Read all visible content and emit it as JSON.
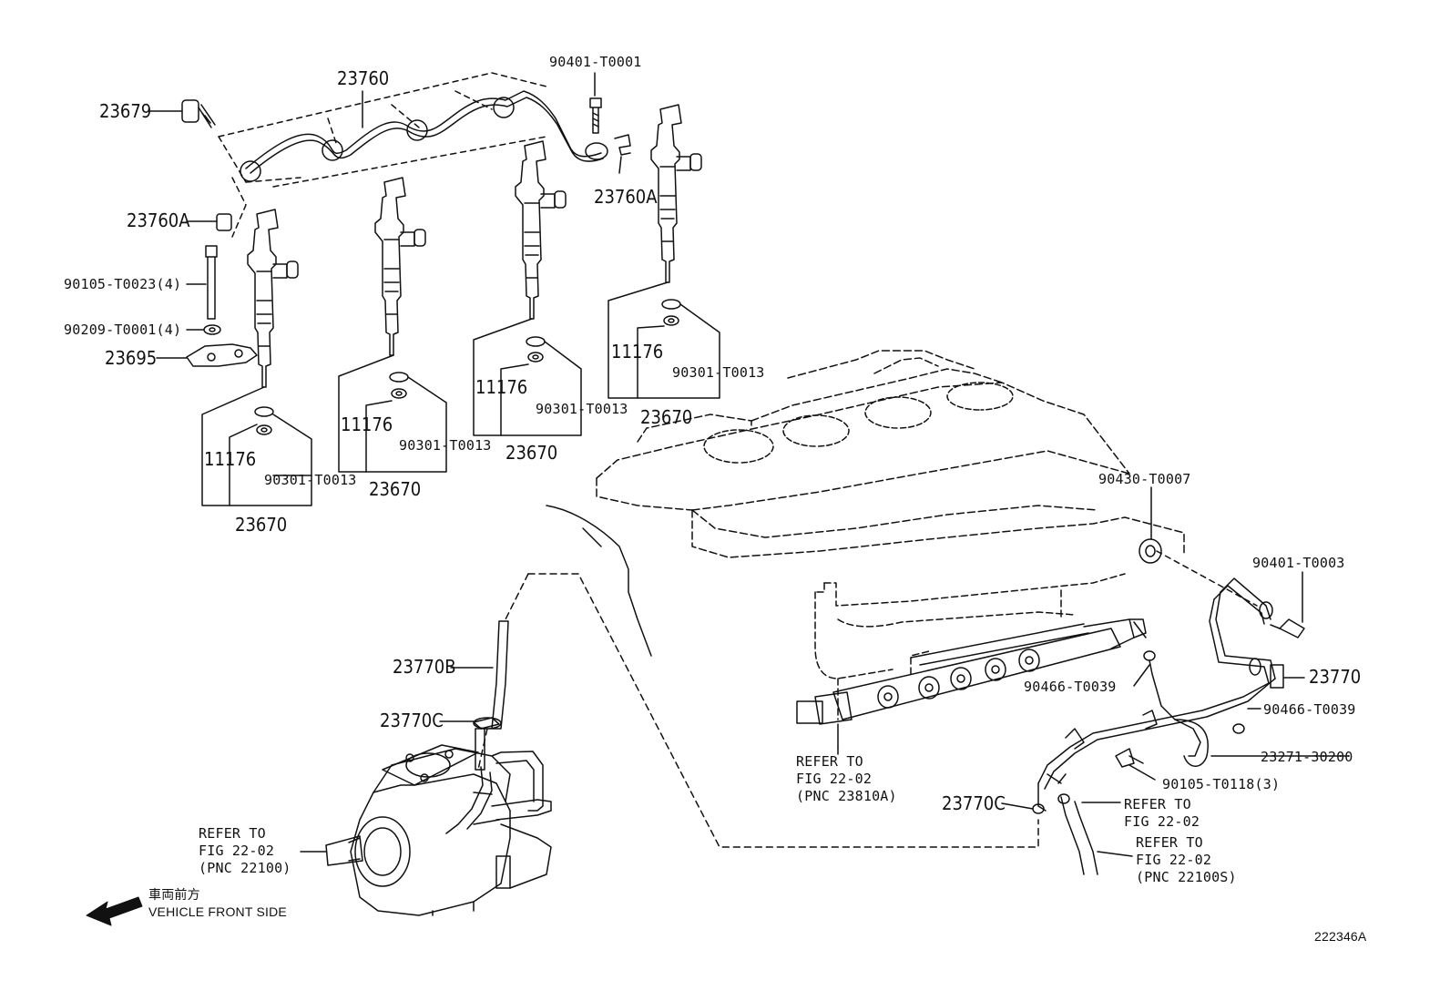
{
  "labels": {
    "p23760": "23760",
    "p23679": "23679",
    "p90401_t0001": "90401-T0001",
    "p23760a_right": "23760A",
    "p23760a_left": "23760A",
    "p90105_t0023": "90105-T0023(4)",
    "p90209_t0001": "90209-T0001(4)",
    "p23695": "23695",
    "g1_11176": "11176",
    "g1_90301": "90301-T0013",
    "g1_23670": "23670",
    "g2_11176": "11176",
    "g2_90301": "90301-T0013",
    "g2_23670": "23670",
    "g3_11176": "11176",
    "g3_90301": "90301-T0013",
    "g3_23670": "23670",
    "g4_11176": "11176",
    "g4_90301": "90301-T0013",
    "g4_23670": "23670",
    "p90430_t0007": "90430-T0007",
    "p90401_t0003": "90401-T0003",
    "p23770": "23770",
    "p90466_t0039_left": "90466-T0039",
    "p90466_t0039_right": "90466-T0039",
    "p23271_30200": "23271-30200",
    "p90105_t0118": "90105-T0118(3)",
    "p23770b": "23770B",
    "p23770c_top": "23770C",
    "p23770c_bottom": "23770C",
    "ref_rail": [
      "REFER TO",
      "FIG 22-02",
      "(PNC 23810A)"
    ],
    "ref_pump": [
      "REFER TO",
      "FIG 22-02",
      "(PNC 22100)"
    ],
    "ref_fig_only": [
      "REFER TO",
      "FIG 22-02"
    ],
    "ref_hose": [
      "REFER TO",
      "FIG 22-02",
      "(PNC 22100S)"
    ],
    "front_jp": "車両前方",
    "front_en": "VEHICLE FRONT SIDE",
    "figure_id": "222346A"
  }
}
